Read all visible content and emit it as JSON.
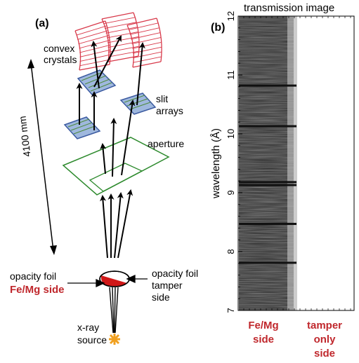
{
  "panel_a": {
    "label": "(a)",
    "convex_crystals": [
      "convex",
      "crystals"
    ],
    "slit_arrays": [
      "slit",
      "arrays"
    ],
    "aperture": "aperture",
    "distance": "4100 mm",
    "opacity_foil_left": "opacity foil",
    "fe_mg_side": "Fe/Mg side",
    "opacity_foil_right": [
      "opacity foil",
      "tamper",
      "side"
    ],
    "xray_source": [
      "x-ray",
      "source"
    ]
  },
  "panel_b": {
    "label": "(b)",
    "title": "transmission image",
    "ylabel": "wavelength (Å)",
    "yticks": [
      "7",
      "8",
      "9",
      "10",
      "11",
      "12"
    ],
    "ylim": [
      7,
      12
    ],
    "bottom_left": [
      "Fe/Mg",
      "side"
    ],
    "bottom_right": [
      "tamper",
      "only",
      "side"
    ],
    "dark_lines_wavelength": [
      7.81,
      8.47,
      9.13,
      9.18,
      10.13,
      10.82
    ],
    "label_color": "#c0282d"
  },
  "colors": {
    "crystal": "#d8394a",
    "slit_fill": "#9fb8de",
    "slit_stroke": "#3b5aa0",
    "slit_lines": "#4d8a3a",
    "aperture": "#2d8a2d",
    "source": "#f0a020",
    "foil_red": "#d01818"
  }
}
